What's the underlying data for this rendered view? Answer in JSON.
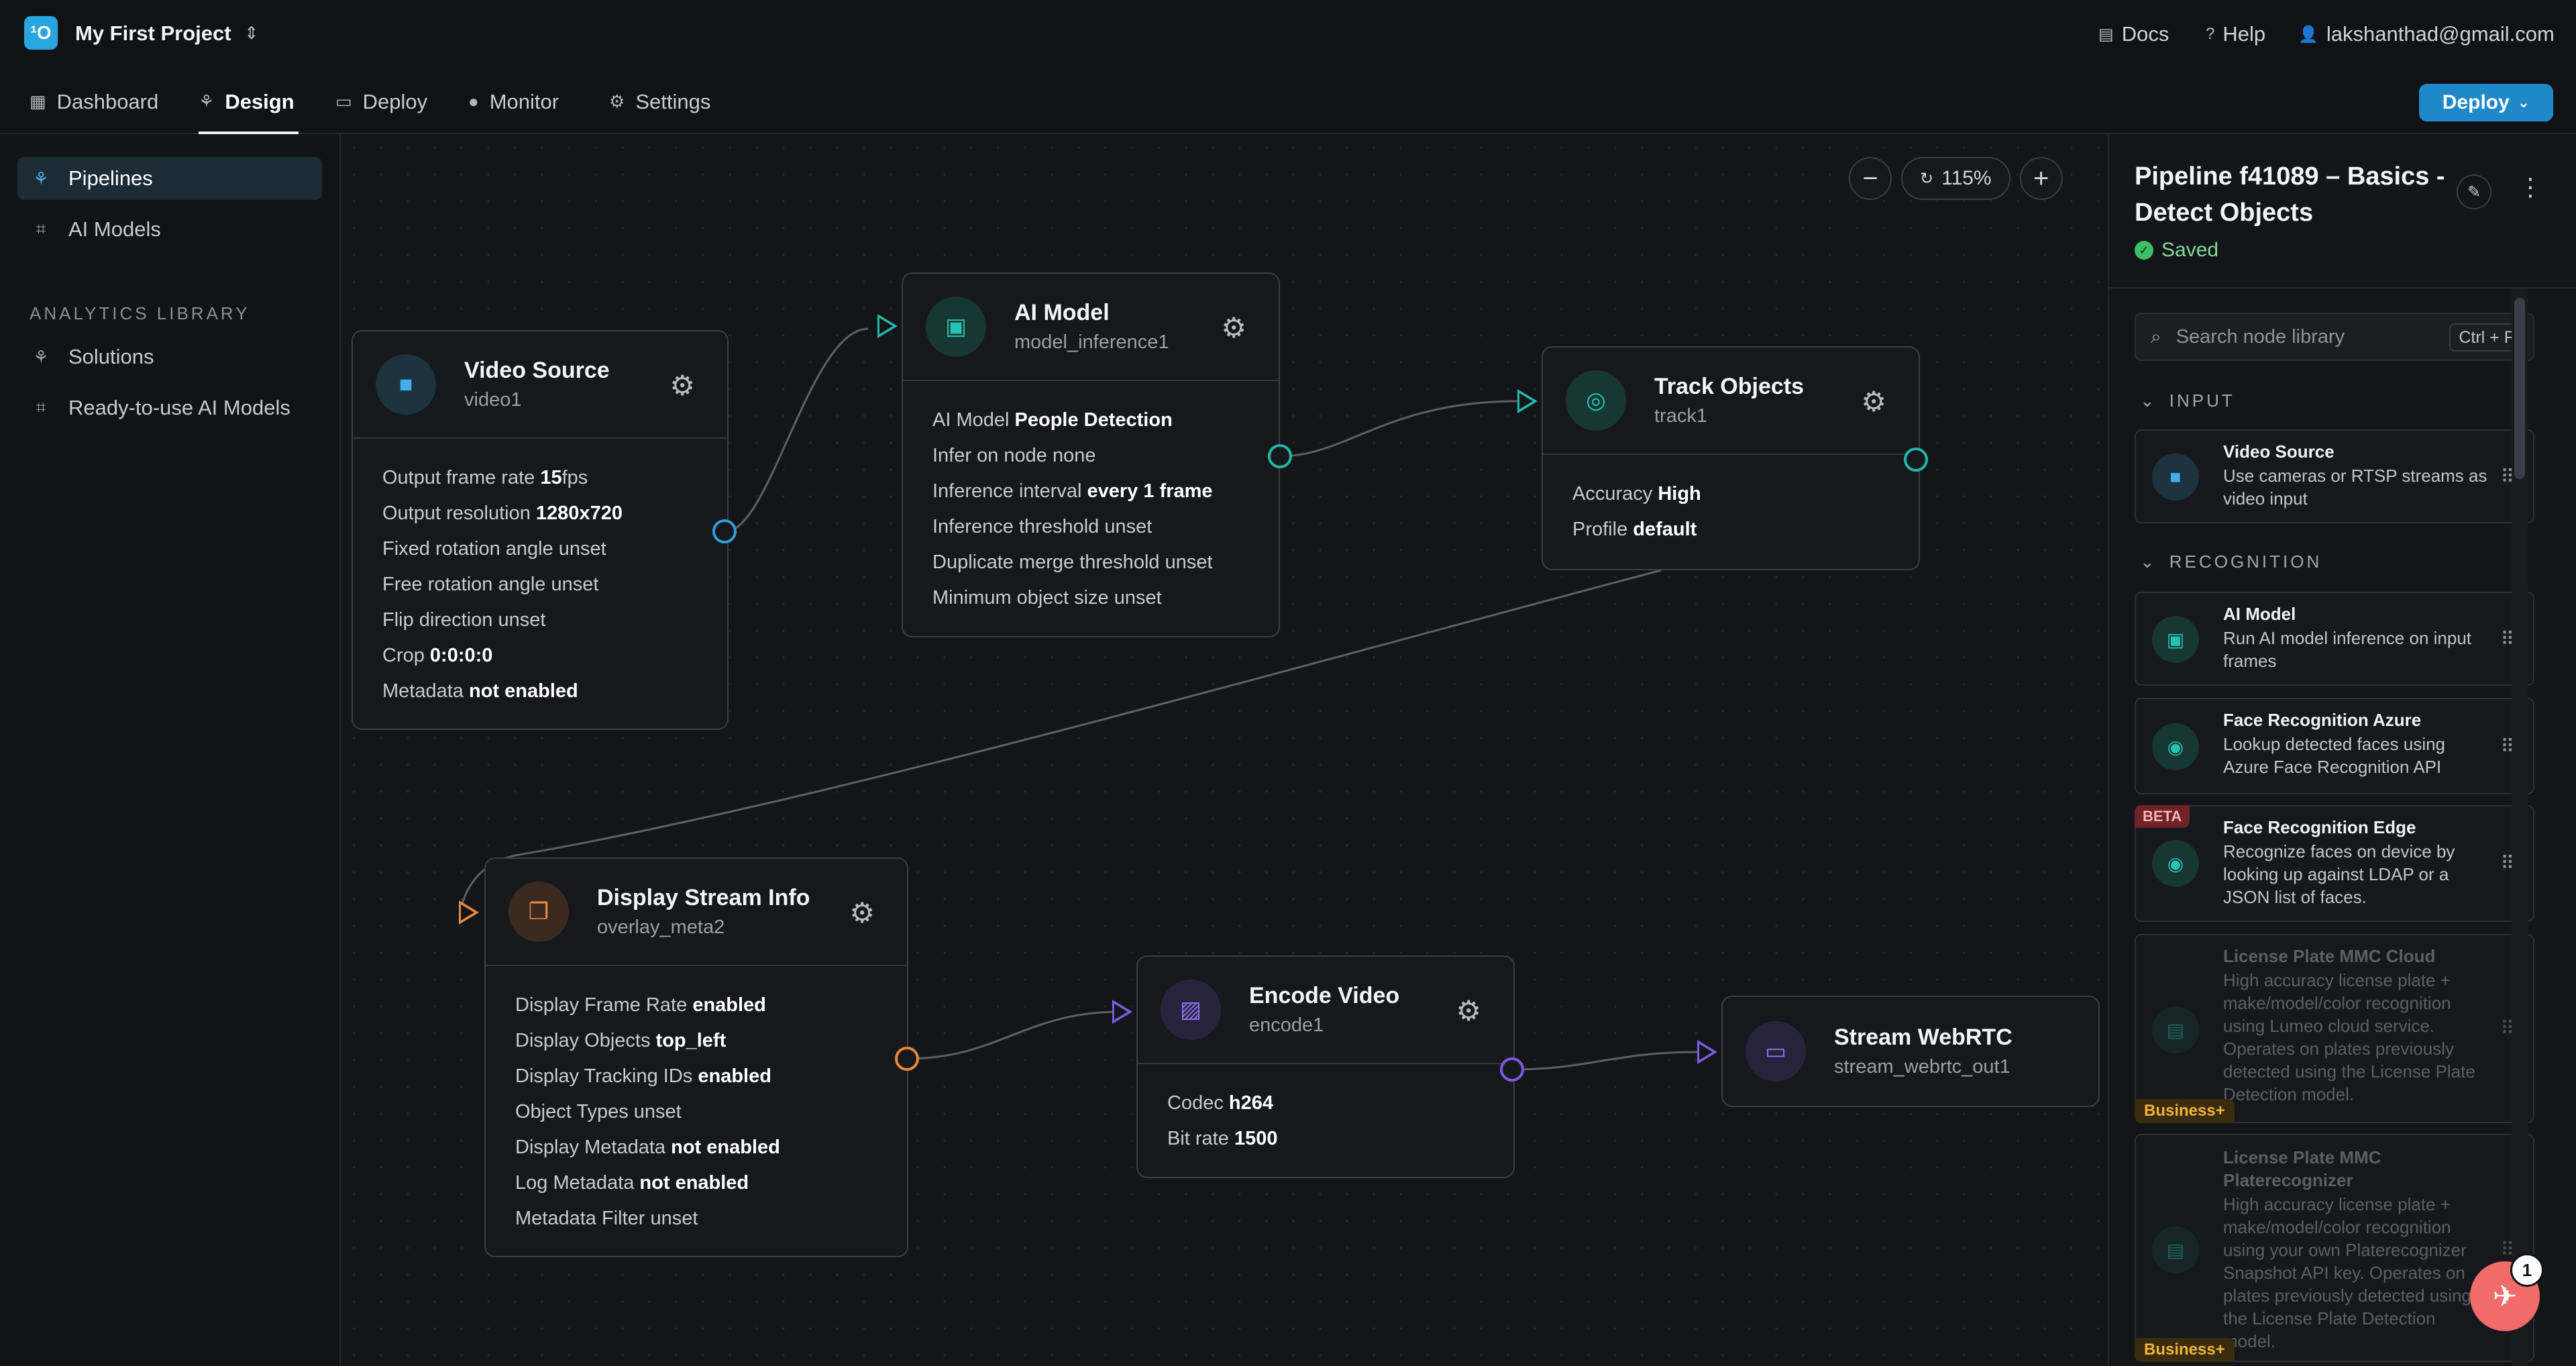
{
  "header": {
    "project_name": "My First Project",
    "project_switch_icon": "chevron-up-down-icon",
    "docs_label": "Docs",
    "help_label": "Help",
    "user_email": "lakshanthad@gmail.com"
  },
  "nav": {
    "tabs": [
      {
        "label": "Dashboard",
        "icon": "dashboard-icon"
      },
      {
        "label": "Design",
        "icon": "design-icon",
        "active": true
      },
      {
        "label": "Deploy",
        "icon": "deploy-icon"
      },
      {
        "label": "Monitor",
        "icon": "monitor-icon"
      },
      {
        "label": "Settings",
        "icon": "gear-icon"
      }
    ],
    "deploy_button": "Deploy"
  },
  "sidebar": {
    "items": [
      {
        "label": "Pipelines",
        "active": true
      },
      {
        "label": "AI Models"
      }
    ],
    "section_title": "ANALYTICS LIBRARY",
    "library_items": [
      {
        "label": "Solutions"
      },
      {
        "label": "Ready-to-use AI Models"
      }
    ]
  },
  "canvas": {
    "zoom_level": "115%",
    "nodes": {
      "video_source": {
        "title": "Video Source",
        "id": "video1",
        "props": [
          {
            "label": "Output frame rate",
            "value": "15",
            "suffix": "fps"
          },
          {
            "label": "Output resolution",
            "value": "1280x720"
          },
          {
            "label": "Fixed rotation angle",
            "plain": "unset"
          },
          {
            "label": "Free rotation angle",
            "plain": "unset"
          },
          {
            "label": "Flip direction",
            "plain": "unset"
          },
          {
            "label": "Crop",
            "value": "0:0:0:0"
          },
          {
            "label": "Metadata",
            "value": "not enabled"
          }
        ]
      },
      "ai_model": {
        "title": "AI Model",
        "id": "model_inference1",
        "props": [
          {
            "label": "AI Model",
            "value": "People Detection"
          },
          {
            "label": "Infer on node",
            "plain": "none"
          },
          {
            "label": "Inference interval",
            "value": "every 1 frame"
          },
          {
            "label": "Inference threshold",
            "plain": "unset"
          },
          {
            "label": "Duplicate merge threshold",
            "plain": "unset"
          },
          {
            "label": "Minimum object size",
            "plain": "unset"
          }
        ]
      },
      "track_objects": {
        "title": "Track Objects",
        "id": "track1",
        "props": [
          {
            "label": "Accuracy",
            "value": "High"
          },
          {
            "label": "Profile",
            "value": "default"
          }
        ]
      },
      "display_stream_info": {
        "title": "Display Stream Info",
        "id": "overlay_meta2",
        "props": [
          {
            "label": "Display Frame Rate",
            "value": "enabled"
          },
          {
            "label": "Display Objects",
            "value": "top_left"
          },
          {
            "label": "Display Tracking IDs",
            "value": "enabled"
          },
          {
            "label": "Object Types",
            "plain": "unset"
          },
          {
            "label": "Display Metadata",
            "value": "not enabled"
          },
          {
            "label": "Log Metadata",
            "value": "not enabled"
          },
          {
            "label": "Metadata Filter",
            "plain": "unset"
          }
        ]
      },
      "encode_video": {
        "title": "Encode Video",
        "id": "encode1",
        "props": [
          {
            "label": "Codec",
            "value": "h264"
          },
          {
            "label": "Bit rate",
            "value": "1500"
          }
        ]
      },
      "stream_webrtc": {
        "title": "Stream WebRTC",
        "id": "stream_webrtc_out1"
      }
    }
  },
  "panel": {
    "title": "Pipeline f41089 – Basics - Detect Objects",
    "status": "Saved",
    "search_placeholder": "Search node library",
    "search_shortcut": "Ctrl + F",
    "sections": {
      "input": "INPUT",
      "recognition": "RECOGNITION"
    },
    "cards": [
      {
        "title": "Video Source",
        "desc": "Use cameras or RTSP streams as video input",
        "icon": "video-camera-icon"
      },
      {
        "title": "AI Model",
        "desc": "Run AI model inference on input frames",
        "icon": "ai-model-icon"
      },
      {
        "title": "Face Recognition Azure",
        "desc": "Lookup detected faces using Azure Face Recognition API",
        "icon": "eye-icon"
      },
      {
        "title": "Face Recognition Edge",
        "desc": "Recognize faces on device by looking up against LDAP or a JSON list of faces.",
        "icon": "eye-icon",
        "badge": "BETA"
      },
      {
        "title": "License Plate MMC Cloud",
        "desc": "High accuracy license plate + make/model/color recognition using Lumeo cloud service. Operates on plates previously detected using the License Plate Detection model.",
        "icon": "license-plate-icon",
        "badge": "Business+"
      },
      {
        "title": "License Plate MMC Platerecognizer",
        "desc": "High accuracy license plate + make/model/color recognition using your own Platerecognizer Snapshot API key. Operates on plates previously detected using the License Plate Detection model.",
        "icon": "license-plate-icon",
        "badge": "Business+"
      }
    ]
  },
  "notifications": {
    "count": "1"
  },
  "colors": {
    "accent_blue": "#1f88c9",
    "video_port": "#2f9fd8",
    "ai_port": "#20b8a8",
    "overlay_port": "#e8893a",
    "encode_port": "#7b5ce0",
    "saved_green": "#3cbf68"
  }
}
